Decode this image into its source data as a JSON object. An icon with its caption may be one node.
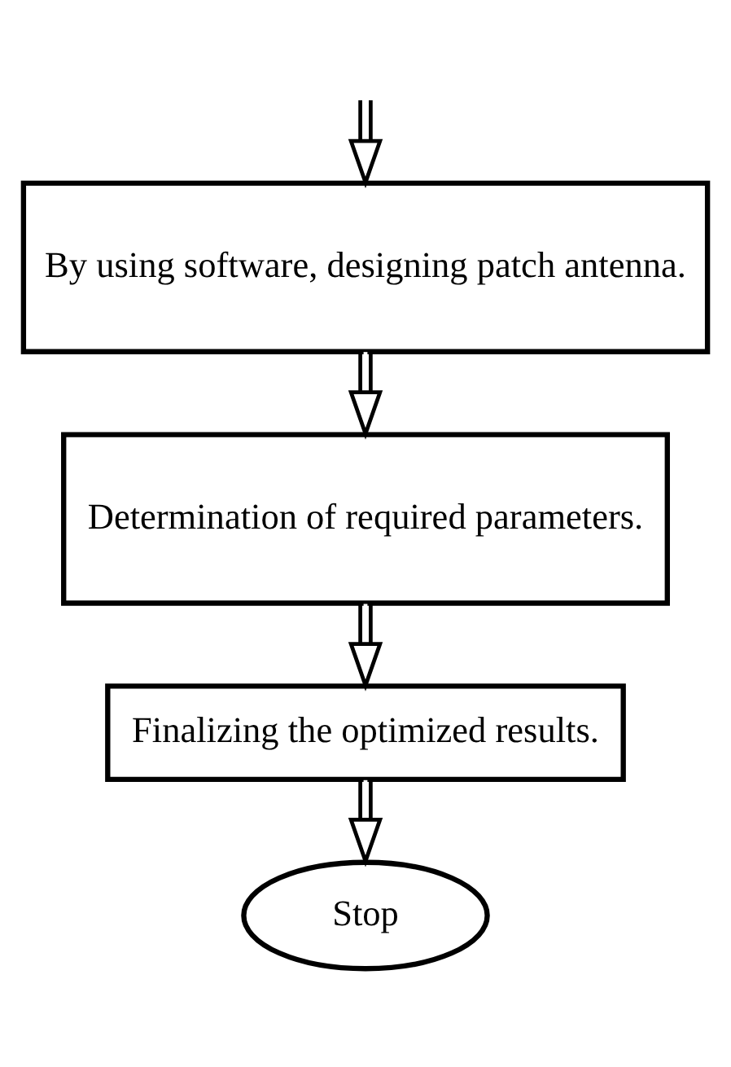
{
  "diagram": {
    "nodes": [
      {
        "text": [
          "By using software, designing patch antenna."
        ]
      },
      {
        "text": [
          "Determination of required parameters."
        ]
      },
      {
        "text": [
          "Finalizing the optimized results."
        ]
      },
      {
        "text": [
          "Stop"
        ]
      }
    ],
    "edges": [
      {
        "from": null,
        "to": 0,
        "arrow": "to"
      },
      {
        "from": 0,
        "to": 1,
        "arrow": "to"
      },
      {
        "from": 1,
        "to": 2,
        "arrow": "to"
      },
      {
        "from": 2,
        "to": 3,
        "arrow": "to"
      }
    ]
  }
}
